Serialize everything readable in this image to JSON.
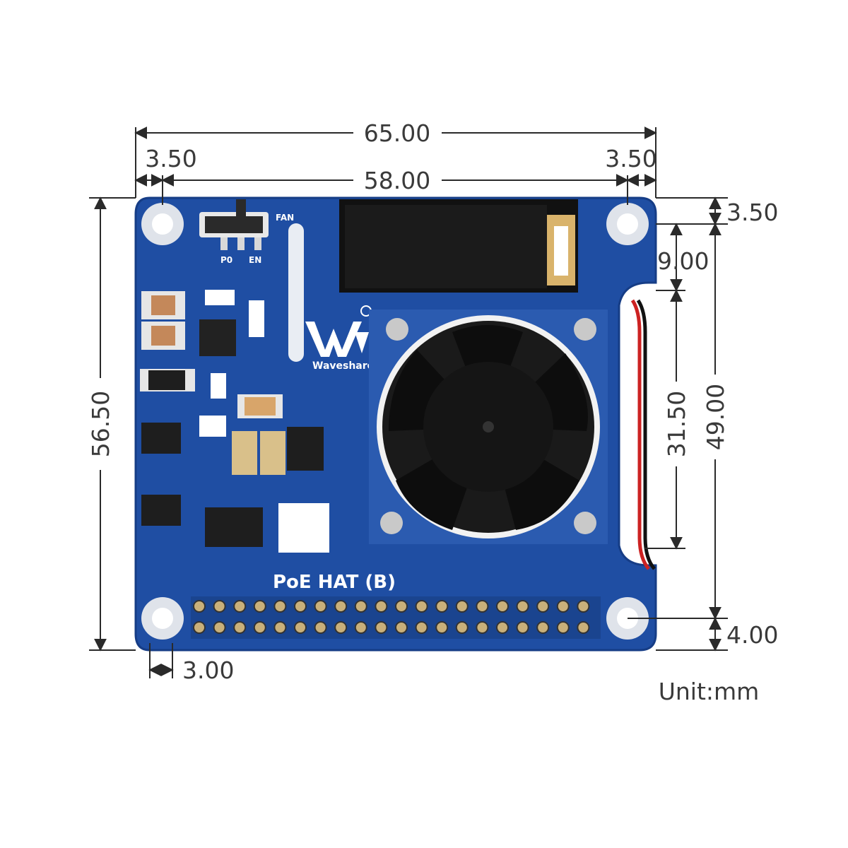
{
  "dimensions": {
    "width_total": "65.00",
    "hole_offset_left": "3.50",
    "hole_offset_right": "3.50",
    "hole_spacing_x": "58.00",
    "hole_offset_top": "3.50",
    "oled_height": "9.00",
    "cable_height": "31.50",
    "hole_spacing_y": "49.00",
    "height_total": "56.50",
    "header_offset_bottom": "4.00",
    "hole_to_header": "3.00"
  },
  "unit_label": "Unit:mm",
  "board": {
    "title": "PoE HAT (B)",
    "brand": "Waveshare",
    "fan_label": "FAN",
    "switch_label_p0": "P0",
    "switch_label_en": "EN"
  },
  "colors": {
    "pcb_blue": "#1f4ea3",
    "pcb_dark_blue": "#163d86",
    "hole_ring": "#dfe3ea",
    "dimension_line": "#2a2a2a",
    "fan_black": "#1a1a1a"
  }
}
